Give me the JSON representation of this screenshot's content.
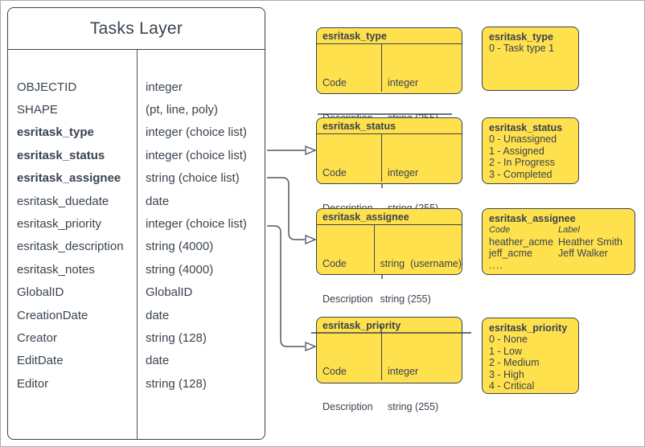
{
  "colors": {
    "box_fill": "#ffe14d",
    "stroke": "#39434e",
    "connector": "#4f5a66",
    "background": "#ffffff"
  },
  "main_table": {
    "title": "Tasks Layer",
    "rows": [
      {
        "name": "OBJECTID",
        "type": "integer"
      },
      {
        "name": "SHAPE",
        "type": "(pt, line, poly)"
      },
      {
        "name": "esritask_type",
        "type": "integer (choice list)"
      },
      {
        "name": "esritask_status",
        "type": "integer (choice list)"
      },
      {
        "name": "esritask_assignee",
        "type": "string (choice list)"
      },
      {
        "name": "esritask_duedate",
        "type": "date"
      },
      {
        "name": "esritask_priority",
        "type": "integer (choice list)"
      },
      {
        "name": "esritask_description",
        "type": "string (4000)"
      },
      {
        "name": "esritask_notes",
        "type": "string (4000)"
      },
      {
        "name": "GlobalID",
        "type": "GlobalID"
      },
      {
        "name": "CreationDate",
        "type": "date"
      },
      {
        "name": "Creator",
        "type": "string (128)"
      },
      {
        "name": "EditDate",
        "type": "date"
      },
      {
        "name": "Editor",
        "type": "string (128)"
      }
    ]
  },
  "domain_tables": [
    {
      "title": "esritask_type",
      "fields": [
        {
          "name": "Code",
          "type": "integer"
        },
        {
          "name": "Description",
          "type": "string (255)"
        }
      ]
    },
    {
      "title": "esritask_status",
      "fields": [
        {
          "name": "Code",
          "type": "integer"
        },
        {
          "name": "Description",
          "type": "string (255)"
        }
      ]
    },
    {
      "title": "esritask_assignee",
      "fields": [
        {
          "name": "Code",
          "type": "string  (username)"
        },
        {
          "name": "Description",
          "type": "string (255)"
        }
      ]
    },
    {
      "title": "esritask_priority",
      "fields": [
        {
          "name": "Code",
          "type": "integer"
        },
        {
          "name": "Description",
          "type": "string (255)"
        }
      ]
    }
  ],
  "value_lists": [
    {
      "title": "esritask_type",
      "items": [
        "0 - Task type 1"
      ]
    },
    {
      "title": "esritask_status",
      "items": [
        "0 - Unassigned",
        "1 - Assigned",
        "2 - In Progress",
        "3 - Completed"
      ]
    },
    {
      "title": "esritask_assignee",
      "columns": [
        "Code",
        "Label"
      ],
      "rows": [
        {
          "code": "heather_acme",
          "label": "Heather Smith"
        },
        {
          "code": "jeff_acme",
          "label": "Jeff Walker"
        }
      ],
      "more": "...."
    },
    {
      "title": "esritask_priority",
      "items": [
        "0 - None",
        "1 - Low",
        "2 - Medium",
        "3 - High",
        "4 - Critical"
      ]
    }
  ]
}
